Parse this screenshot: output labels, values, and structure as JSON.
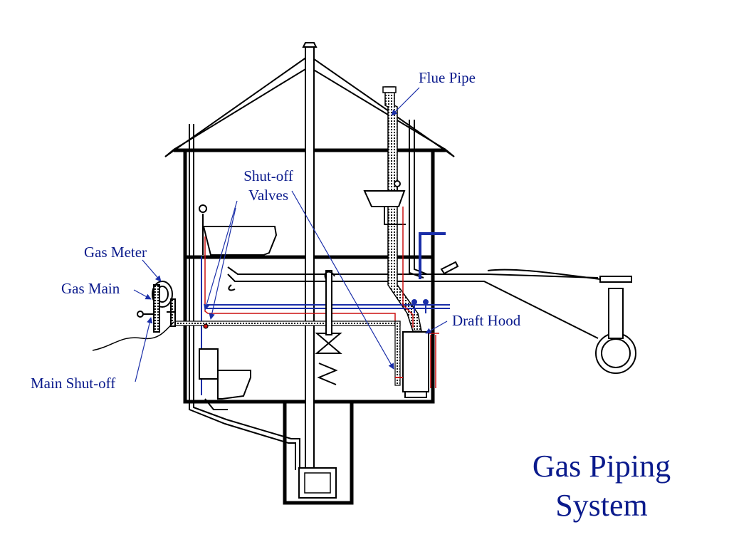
{
  "title": {
    "line1": "Gas Piping",
    "line2": "System"
  },
  "labels": {
    "flue_pipe": "Flue Pipe",
    "shutoff_valves_line1": "Shut-off",
    "shutoff_valves_line2": "Valves",
    "gas_meter": "Gas Meter",
    "gas_main": "Gas Main",
    "main_shutoff": "Main Shut-off",
    "draft_hood": "Draft Hood"
  },
  "colors": {
    "label_text": "#0a1a8c",
    "gas_pipe": "#cc1111",
    "water_pipe": "#1a2ea8",
    "structure": "#000000"
  }
}
